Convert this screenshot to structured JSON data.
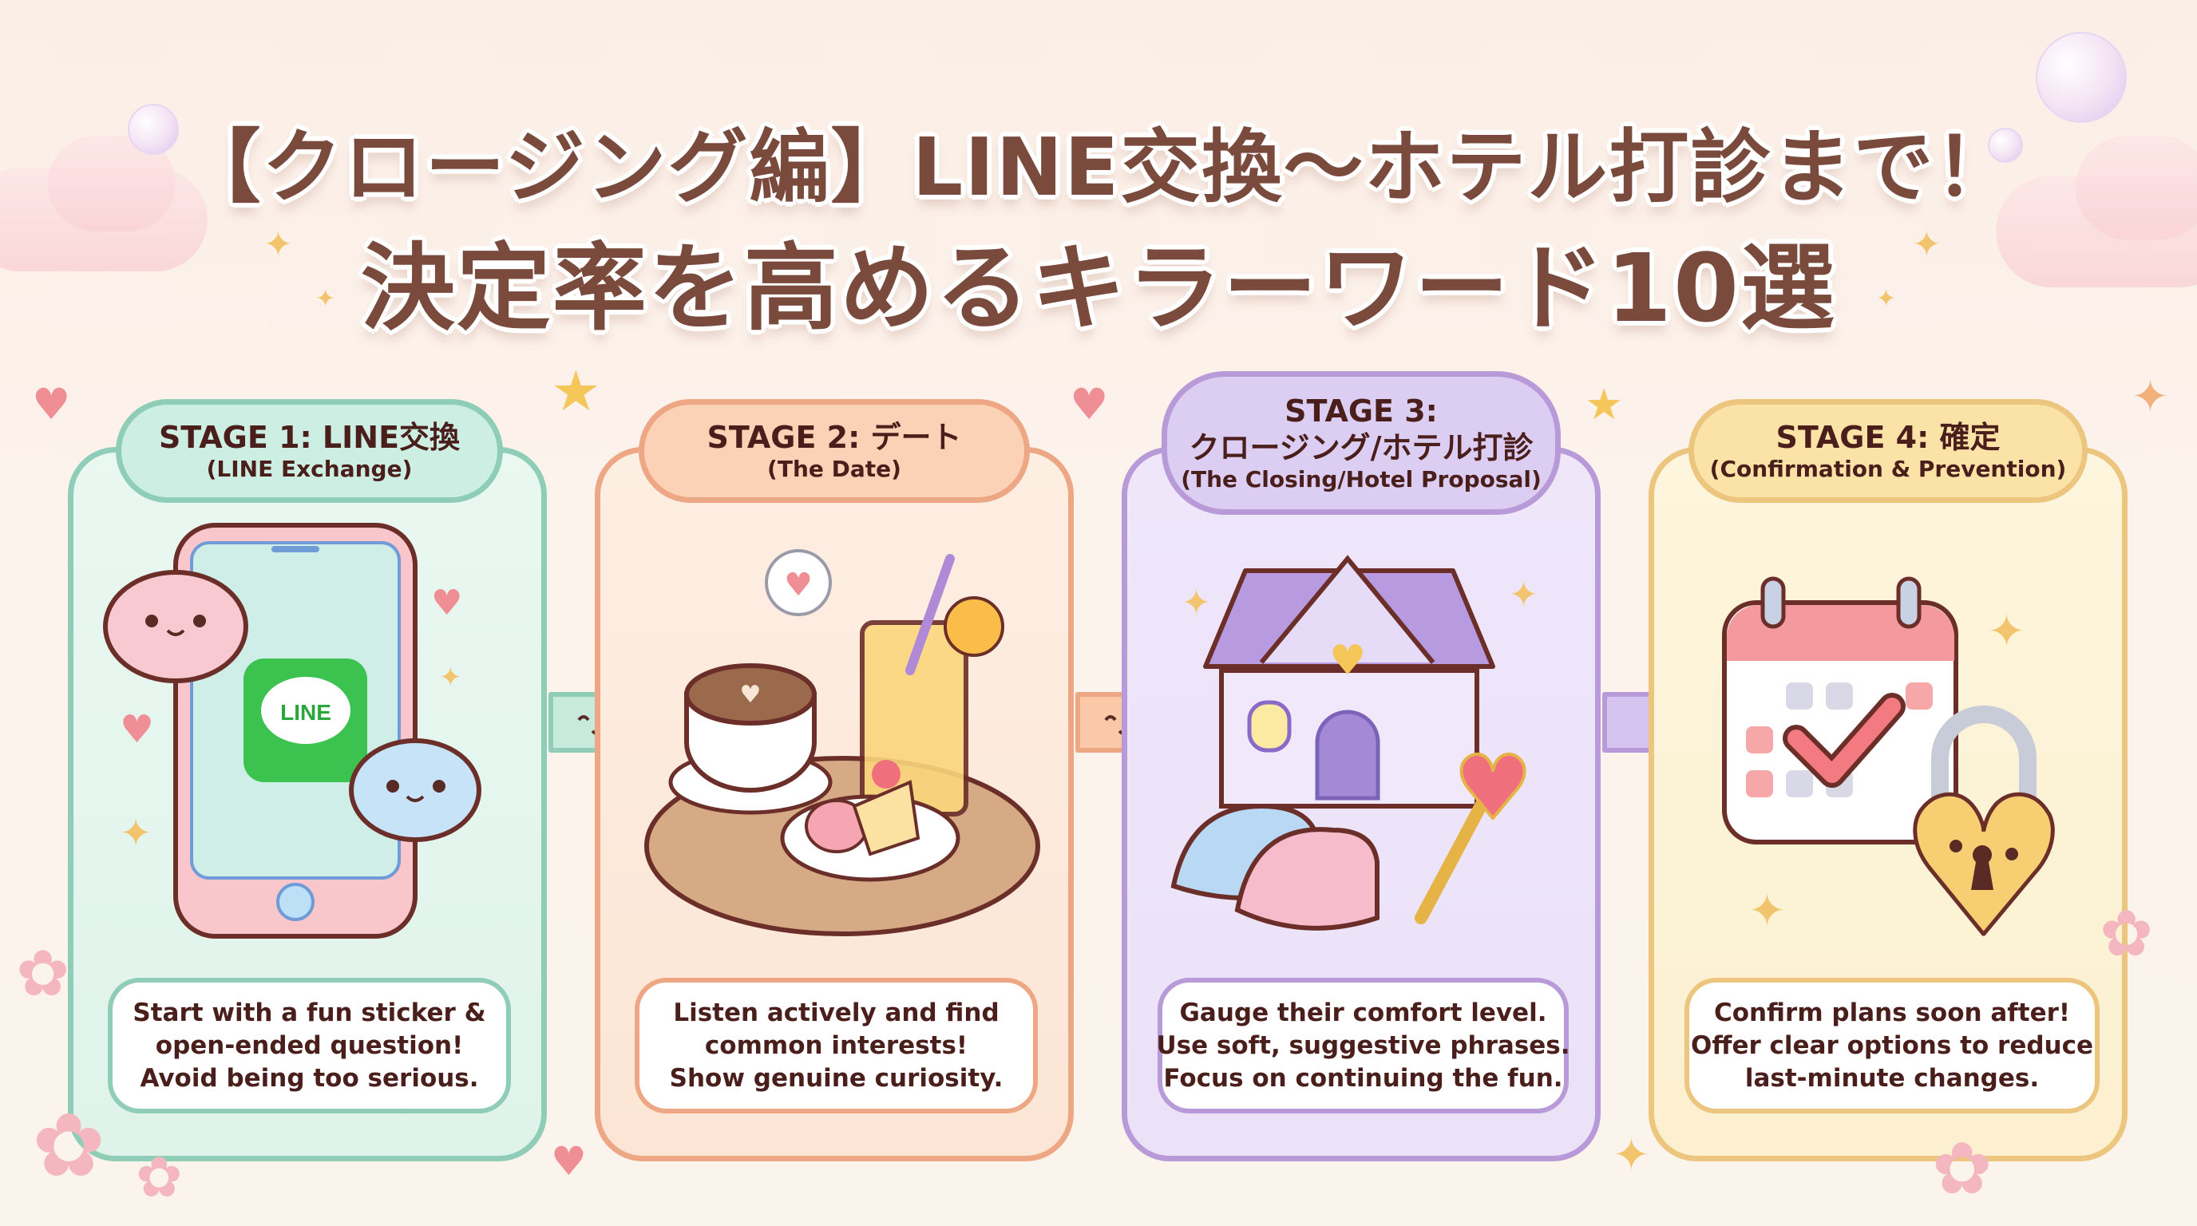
{
  "title": {
    "line1": "【クロージング編】LINE交換〜ホテル打診まで！",
    "line2": "決定率を高めるキラーワード10選"
  },
  "colors": {
    "title_text": "#7a4a3c",
    "stage1": {
      "fill": "#e6f6ee",
      "border": "#8fcdb9",
      "pill": "#c9ecdf"
    },
    "stage2": {
      "fill": "#fdeadc",
      "border": "#eea785",
      "pill": "#fbd2b6"
    },
    "stage3": {
      "fill": "#f0e8fa",
      "border": "#b89ad8",
      "pill": "#dccdf2"
    },
    "stage4": {
      "fill": "#fdf3d8",
      "border": "#ecc57e",
      "pill": "#fbe3a8"
    }
  },
  "stages": [
    {
      "heading": "STAGE 1: LINE交換",
      "subheading": "(LINE Exchange)",
      "illustration": "smartphone-with-line-app-icon",
      "icon_label": "LINE",
      "tips": [
        "Start with a fun sticker &",
        "open-ended question!",
        "Avoid being too serious."
      ]
    },
    {
      "heading": "STAGE 2: デート",
      "subheading": "(The Date)",
      "illustration": "latte-juice-and-desserts-icon",
      "tips": [
        "Listen actively and find",
        "common interests!",
        "Show genuine curiosity."
      ]
    },
    {
      "heading": "STAGE 3:",
      "heading2": "クロージング/ホテル打診",
      "subheading": "(The Closing/Hotel Proposal)",
      "illustration": "house-shoes-and-heart-key-icon",
      "tips": [
        "Gauge their comfort level.",
        "Use soft, suggestive phrases.",
        "Focus on continuing the fun."
      ]
    },
    {
      "heading": "STAGE 4: 確定",
      "subheading": "(Confirmation & Prevention)",
      "illustration": "calendar-check-and-heart-lock-icon",
      "tips": [
        "Confirm plans soon after!",
        "Offer clear options to reduce",
        "last-minute changes."
      ]
    }
  ]
}
